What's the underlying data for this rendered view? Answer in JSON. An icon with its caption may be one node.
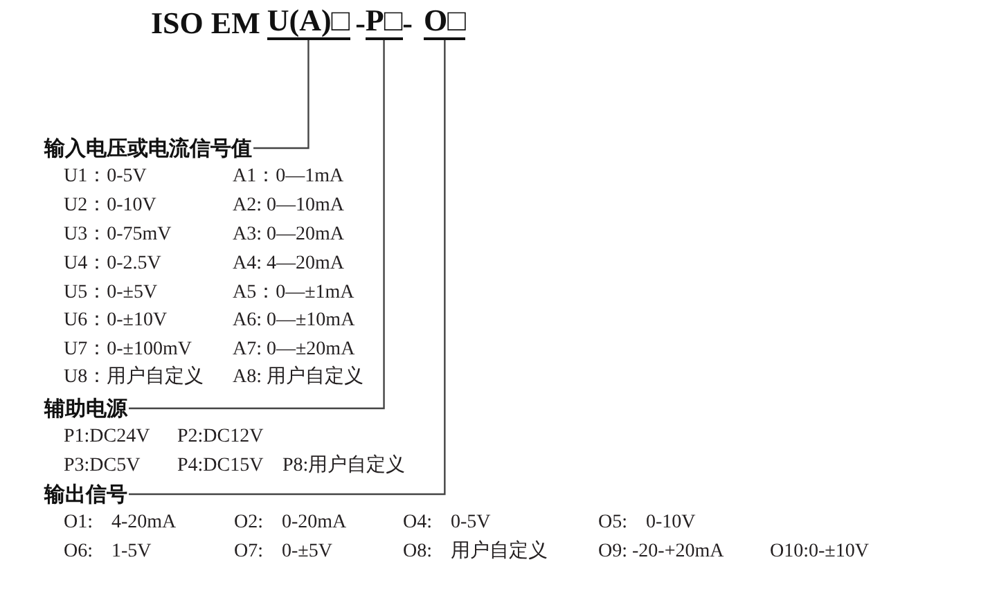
{
  "diagram": {
    "nodes": [
      {
        "text": [
          "U(A)□"
        ]
      },
      {
        "text": [
          "P□"
        ]
      },
      {
        "text": [
          "O□"
        ]
      },
      {
        "text": [
          "输入电压或电流信号值"
        ]
      },
      {
        "text": [
          "辅助电源"
        ]
      },
      {
        "text": [
          "输出信号"
        ]
      }
    ],
    "edges": [
      {
        "from": 0,
        "to": 3,
        "arrow": "none"
      },
      {
        "from": 1,
        "to": 4,
        "arrow": "none"
      },
      {
        "from": 2,
        "to": 5,
        "arrow": "none"
      }
    ],
    "labels": [
      "ISO EM",
      "-",
      "-",
      "U1：0-5V",
      "A1：0—1mA",
      "U2：0-10V",
      "A2: 0—10mA",
      "U3：0-75mV",
      "A3: 0—20mA",
      "U4：0-2.5V",
      "A4: 4—20mA",
      "U5：0-±5V",
      "A5：0—±1mA",
      "U6：0-±10V",
      "A6: 0—±10mA",
      "U7：0-±100mV",
      "A7: 0—±20mA",
      "U8：用户自定义",
      "A8: 用户自定义",
      "P1:DC24V",
      "P2:DC12V",
      "P3:DC5V",
      "P4:DC15V",
      "P8:用户自定义",
      "O1: 4-20mA",
      "O2: 0-20mA",
      "O4: 0-5V",
      "O5: 0-10V",
      "O6: 1-5V",
      "O7: 0-±5V",
      "O8: 用户自定义",
      "O9: -20-+20mA",
      "O10:0-±10V"
    ]
  }
}
